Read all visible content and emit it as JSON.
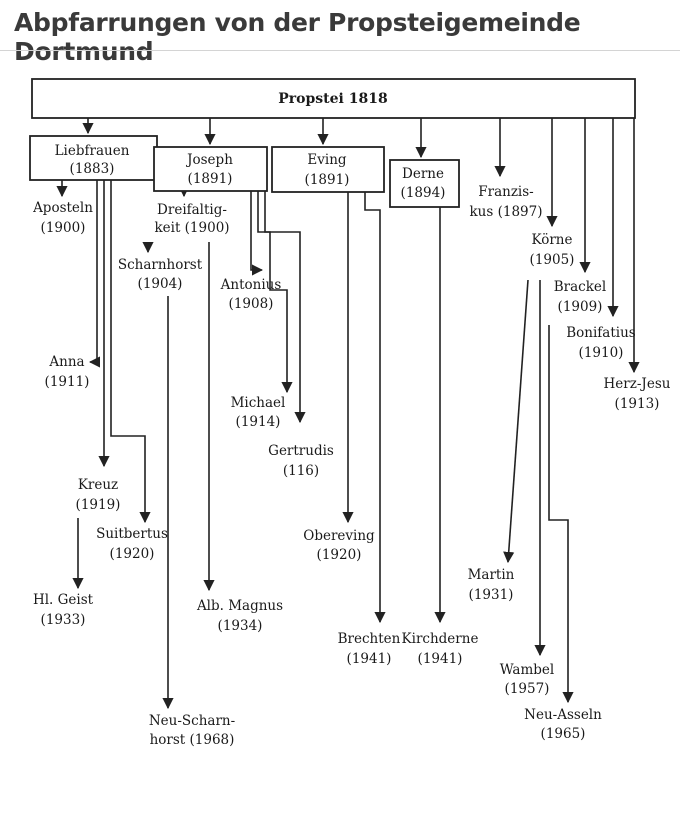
{
  "page": {
    "title": "Abpfarrungen von der Propsteigemeinde Dortmund"
  },
  "diagram": {
    "root": "Propstei 1818",
    "nodes": {
      "liebfrauen": [
        "Liebfrauen",
        "(1883)"
      ],
      "joseph": [
        "Joseph",
        "(1891)"
      ],
      "eving": [
        "Eving",
        "(1891)"
      ],
      "derne": [
        "Derne",
        "(1894)"
      ],
      "franziskus": [
        "Franzis-",
        "kus (1897)"
      ],
      "koerne": [
        "Körne",
        "(1905)"
      ],
      "brackel": [
        "Brackel",
        "(1909)"
      ],
      "bonifatius": [
        "Bonifatius",
        "(1910)"
      ],
      "herz_jesu": [
        "Herz-Jesu",
        "(1913)"
      ],
      "aposteln": [
        "Aposteln",
        "(1900)"
      ],
      "anna": [
        "Anna",
        "(1911)"
      ],
      "kreuz": [
        "Kreuz",
        "(1919)"
      ],
      "suitbertus": [
        "Suitbertus",
        "(1920)"
      ],
      "hl_geist": [
        "Hl. Geist",
        "(1933)"
      ],
      "dreifaltigkeit": [
        "Dreifaltig-",
        "keit (1900)"
      ],
      "scharnhorst": [
        "Scharnhorst",
        "(1904)"
      ],
      "neu_scharnhorst": [
        "Neu-Scharn-",
        "horst (1968)"
      ],
      "antonius": [
        "Antonius",
        "(1908)"
      ],
      "michael": [
        "Michael",
        "(1914)"
      ],
      "gertrudis": [
        "Gertrudis",
        "(116)"
      ],
      "alb_magnus": [
        "Alb. Magnus",
        "(1934)"
      ],
      "obereving": [
        "Obereving",
        "(1920)"
      ],
      "brechten": [
        "Brechten",
        "(1941)"
      ],
      "kirchderne": [
        "Kirchderne",
        "(1941)"
      ],
      "martin": [
        "Martin",
        "(1931)"
      ],
      "wambel": [
        "Wambel",
        "(1957)"
      ],
      "neu_asseln": [
        "Neu-Asseln",
        "(1965)"
      ]
    }
  }
}
